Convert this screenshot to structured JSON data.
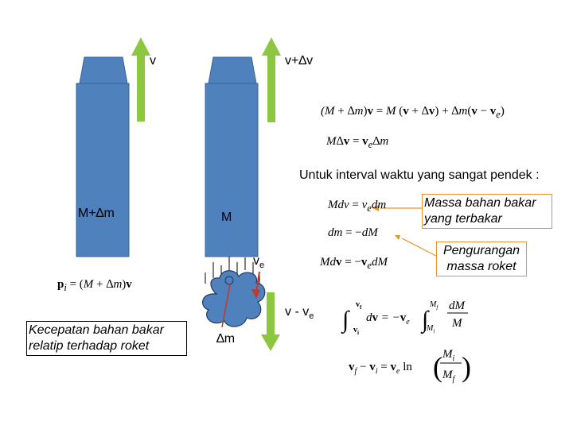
{
  "labels": {
    "v_left": "v",
    "v_right": "v+∆v",
    "mass_left": "M+∆m",
    "mass_right": "M",
    "ve": "v",
    "ve_sub": "e",
    "v_minus_ve": "v - v",
    "v_minus_ve_sub": "e",
    "dm": "∆m"
  },
  "notes": {
    "interval": "Untuk interval waktu yang sangat pendek :",
    "fuel_mass": "Massa bahan bakar yang terbakar",
    "mass_reduction": "Pengurangan massa roket",
    "exhaust_speed": "Kecepatan bahan bakar relatip terhadap roket"
  },
  "equations": {
    "momentum_balance": "(M + ∆m)v = M(v + ∆v) + ∆m(v − ve)",
    "momentum_short": "M∆v = ve∆m",
    "initial_momentum": "pi = (M + ∆m)v",
    "dv_scalar": "Mdv = vedm",
    "dm_rel": "dm = −dM",
    "dv_vector": "Mdv = −vedM",
    "integral": "∫ dv from vi to vf = −ve ∫ dM/M from Mi to Mf",
    "final": "vf − vi = ve ln(Mi / Mf)"
  },
  "colors": {
    "rocket": "#4f81bd",
    "rocket_edge": "#3b6497",
    "arrow": "#8dc63f",
    "exhaust_arrow": "#c0392b",
    "callout_border": "#e8942a"
  }
}
